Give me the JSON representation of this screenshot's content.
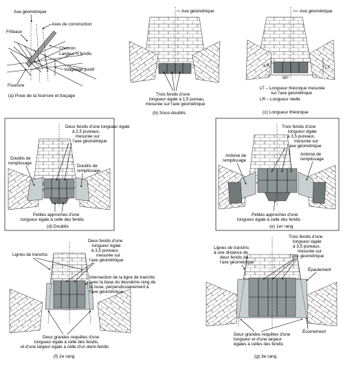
{
  "panels": {
    "a": {
      "caption": "(a) Pose de la fourrure et traçage",
      "labels": [
        "Axe géométrique",
        "Axes de construction",
        "Frîteaux",
        "Chevron",
        "Largeur ½ fendis",
        "Voligeage jointif",
        "Fourrure"
      ]
    },
    "b": {
      "caption": "(b) Sous-doublis",
      "labels": [
        "Axe géométrique",
        "Trois fendis d'une",
        "longueur égale à 1,5 pureau,",
        "mesurée sur l'axe géométrique"
      ]
    },
    "c": {
      "caption": "(c) Longueur théorique",
      "labels": [
        "Axe géométrique",
        "LR",
        "LT",
        "90°",
        "LT – Longueur théorique mesurée",
        "sur l'axe géométrique",
        "LR – Longueur réelle"
      ]
    },
    "d": {
      "caption": "(d) Doublis",
      "labels": [
        "Deux fendis d'une longueur égale",
        "à 2,5 pureaux,",
        "mesurée sur",
        "l'axe géométrique",
        "Doublis de",
        "remplissage",
        "Doublis de",
        "remplissage",
        "Petites approches d'une",
        "longueur égale à celle des fendis"
      ]
    },
    "e": {
      "caption": "(e) 1er rang",
      "labels": [
        "Trois fendis d'une",
        "longueur égale",
        "à 3,5 pureaux,",
        "mesurée sur",
        "l'axe géométrique",
        "Ardoise de",
        "remplissage",
        "Ardoise de",
        "remplissage",
        "Petites approches d'une",
        "longueur égale à celle des fendis"
      ]
    },
    "f": {
      "caption": "(f) 2e rang",
      "labels": [
        "Deux fendis d'une",
        "longueur égale",
        "à 3,5 pureaux,",
        "mesurée sur",
        "l'axe géométrique",
        "Lignes de tranchis",
        "Intersection de la ligne de tranchis",
        "avec la base du deuxième rang de",
        "la noue, perpendiculairement à",
        "l'axe géométrique",
        "Deux grandes requêtes d'une",
        "longueur égale à celle des fendis,",
        "et d'une largeur égale à celle d'un demi-fendis"
      ]
    },
    "g": {
      "caption": "(g) 3e rang",
      "labels": [
        "Trois fendis d'une",
        "longueur égale",
        "à 3,5 pureaux,",
        "mesurée sur",
        "l'axe géométrique",
        "Lignes de tranchis",
        "à une distance de",
        "deux fendis de",
        "l'axe géométrique",
        "Épaulement",
        "Écornement",
        "Deux grandes requêtes d'une",
        "longueur et d'une largeur",
        "égales à celles des fendis"
      ]
    }
  }
}
